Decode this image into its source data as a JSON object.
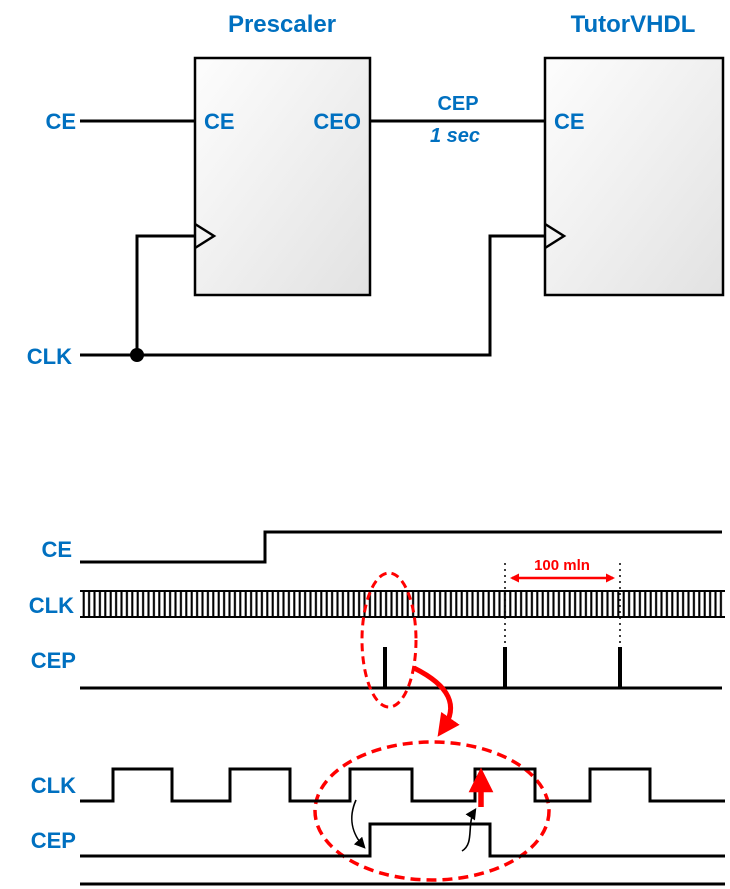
{
  "colors": {
    "accent_blue": "#0070C0",
    "accent_red": "#FF0000",
    "line_black": "#000000",
    "block_fill_top": "#fdfdfd",
    "block_fill_bottom": "#e2e2e2"
  },
  "schematic": {
    "prescaler": {
      "title": "Prescaler",
      "port_ce": "CE",
      "port_ceo": "CEO"
    },
    "tutorvhdl": {
      "title": "TutorVHDL",
      "port_ce": "CE"
    },
    "input_ce_label": "CE",
    "clk_label": "CLK",
    "cep_wire": {
      "name": "CEP",
      "period": "1 sec"
    }
  },
  "waveforms": {
    "ce_label": "CE",
    "clk_label": "CLK",
    "cep_label": "CEP",
    "interval_annotation": "100 mln"
  },
  "zoomed_waveforms": {
    "clk_label": "CLK",
    "cep_label": "CEP"
  }
}
